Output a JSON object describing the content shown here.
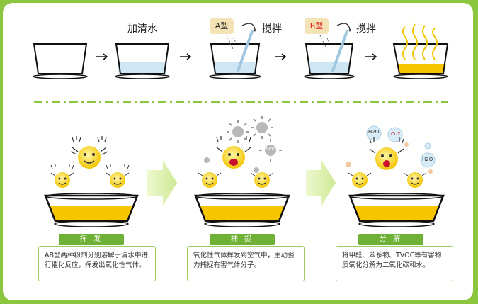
{
  "top": {
    "add_water": "加清水",
    "stir_a": "搅拌",
    "stir_b": "搅拌",
    "tag_a": "A型",
    "tag_b": "B型"
  },
  "stages": [
    {
      "header": "挥 发",
      "description": "AB型两种粉剂分别溶解于清水中进行催化反应，挥发出氧化性气体。"
    },
    {
      "header": "捕 捉",
      "description": "氧化性气体挥发到空气中，主动强力捕捉有害气体分子。"
    },
    {
      "header": "分 解",
      "description": "将甲醛、苯系物、TVOC等有害物质氧化分解为二氧化碳和水。"
    }
  ],
  "molecules": {
    "h2o": "H2O",
    "co2": "Co2",
    "tvoc": "TVOC"
  },
  "colors": {
    "background": "#8cc63f",
    "liquid_yellow": "#f7c600",
    "water_blue": "#cfe6f5",
    "accent_green": "#6fb136"
  }
}
